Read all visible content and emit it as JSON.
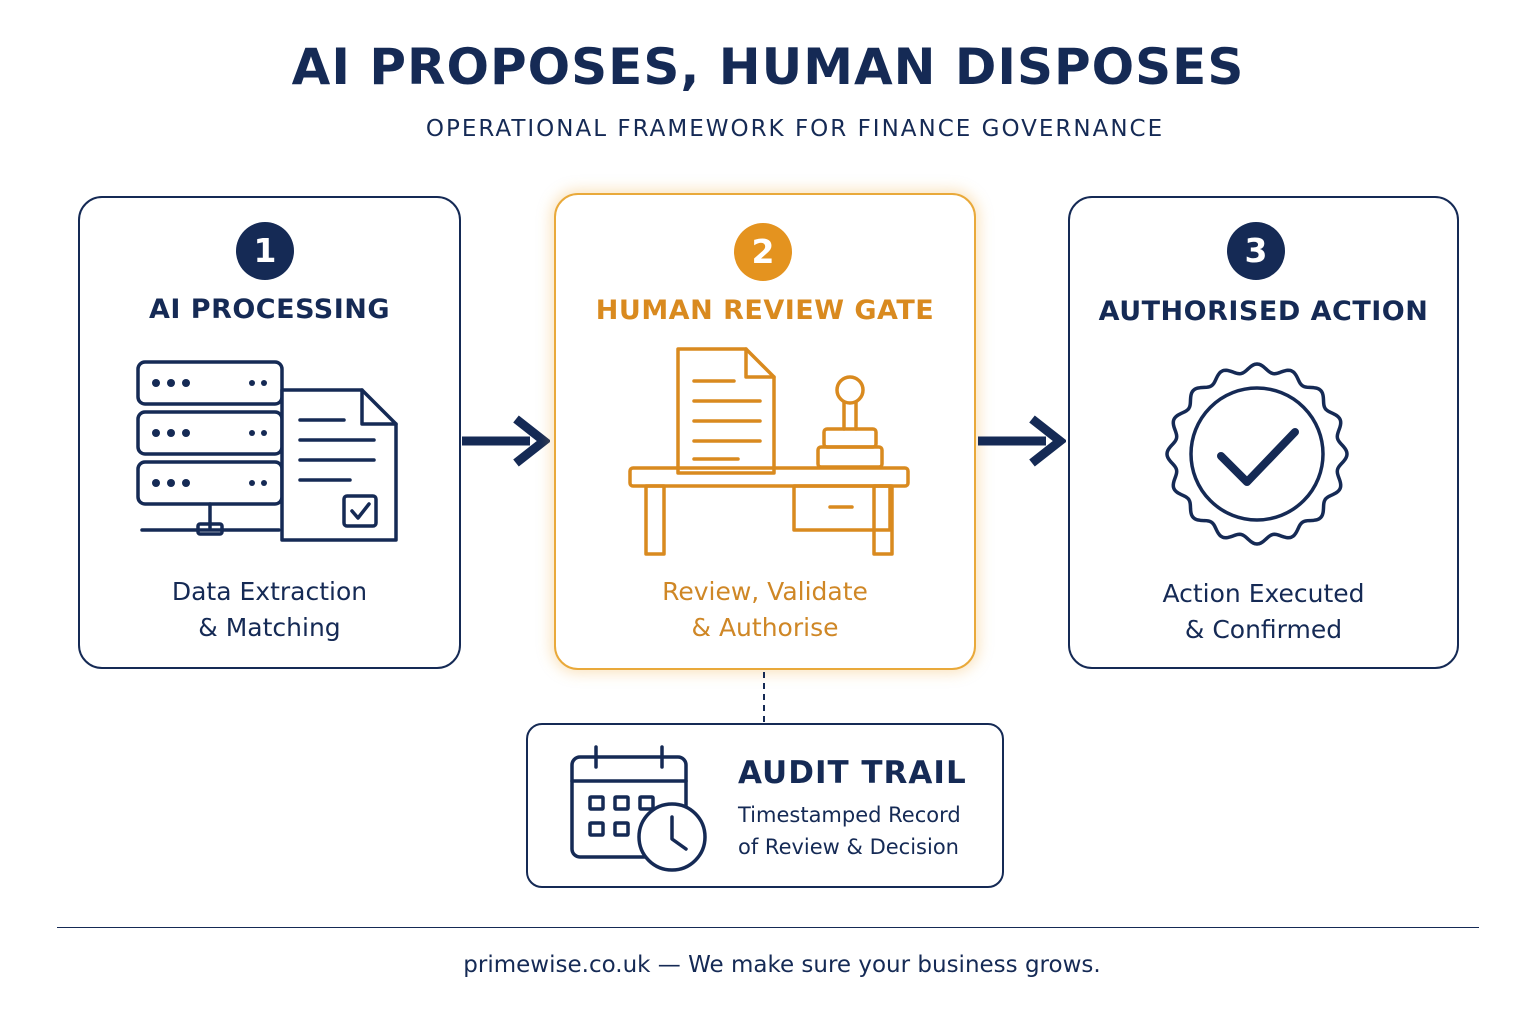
{
  "header": {
    "title": "AI PROPOSES, HUMAN DISPOSES",
    "subtitle": "OPERATIONAL FRAMEWORK FOR FINANCE GOVERNANCE"
  },
  "steps": [
    {
      "number": "1",
      "title": "AI PROCESSING",
      "desc_line1": "Data Extraction",
      "desc_line2": "& Matching",
      "icon": "server-document-icon"
    },
    {
      "number": "2",
      "title": "HUMAN REVIEW GATE",
      "desc_line1": "Review, Validate",
      "desc_line2": "& Authorise",
      "icon": "desk-stamp-icon"
    },
    {
      "number": "3",
      "title": "AUTHORISED ACTION",
      "desc_line1": "Action Executed",
      "desc_line2": "& Confirmed",
      "icon": "check-seal-icon"
    }
  ],
  "audit": {
    "title": "AUDIT TRAIL",
    "desc_line1": "Timestamped Record",
    "desc_line2": "of Review & Decision",
    "icon": "calendar-clock-icon"
  },
  "footer": {
    "text": "primewise.co.uk — We make sure your business grows."
  },
  "colors": {
    "navy": "#152a55",
    "gold": "#e4931f",
    "gold_text": "#d98a1f"
  }
}
